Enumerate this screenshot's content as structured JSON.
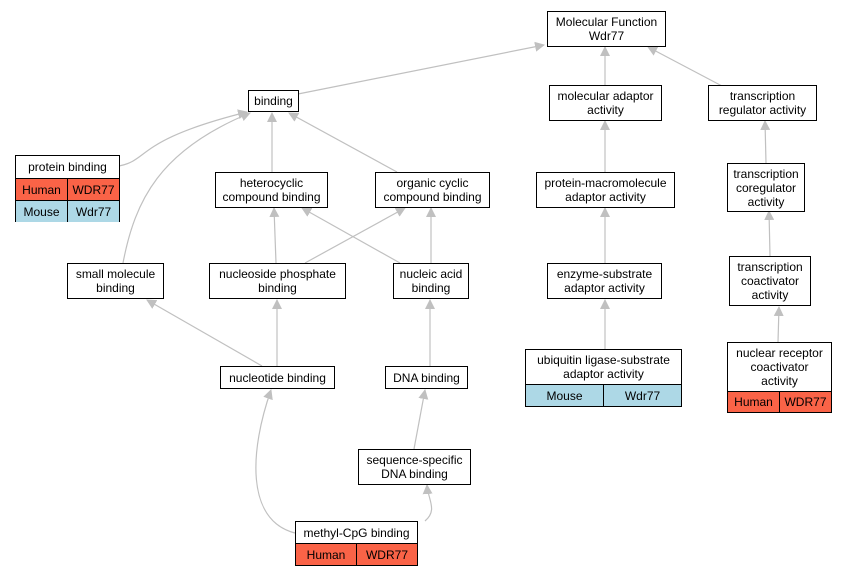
{
  "nodes": {
    "mf_root": {
      "line1": "Molecular Function",
      "line2": "Wdr77"
    },
    "binding": {
      "label": "binding"
    },
    "mol_adaptor": {
      "line1": "molecular adaptor",
      "line2": "activity"
    },
    "tx_regulator": {
      "line1": "transcription",
      "line2": "regulator activity"
    },
    "protein_binding": {
      "label": "protein binding",
      "rows": [
        {
          "species": "Human",
          "gene": "WDR77"
        },
        {
          "species": "Mouse",
          "gene": "Wdr77"
        }
      ]
    },
    "heterocyclic": {
      "line1": "heterocyclic",
      "line2": "compound binding"
    },
    "organic_cyclic": {
      "line1": "organic cyclic",
      "line2": "compound binding"
    },
    "prot_macro": {
      "line1": "protein-macromolecule",
      "line2": "adaptor activity"
    },
    "tx_coregulator": {
      "line1": "transcription",
      "line2": "coregulator",
      "line3": "activity"
    },
    "small_molecule": {
      "line1": "small molecule",
      "line2": "binding"
    },
    "nucleoside_phosphate": {
      "line1": "nucleoside phosphate",
      "line2": "binding"
    },
    "nucleic_acid": {
      "line1": "nucleic acid",
      "line2": "binding"
    },
    "enzyme_substrate": {
      "line1": "enzyme-substrate",
      "line2": "adaptor activity"
    },
    "tx_coactivator": {
      "line1": "transcription",
      "line2": "coactivator",
      "line3": "activity"
    },
    "nucleotide_binding": {
      "label": "nucleotide binding"
    },
    "dna_binding": {
      "label": "DNA binding"
    },
    "ubiquitin_ligase": {
      "line1": "ubiquitin ligase-substrate",
      "line2": "adaptor activity",
      "rows": [
        {
          "species": "Mouse",
          "gene": "Wdr77"
        }
      ]
    },
    "nuclear_receptor": {
      "line1": "nuclear receptor",
      "line2": "coactivator",
      "line3": "activity",
      "rows": [
        {
          "species": "Human",
          "gene": "WDR77"
        }
      ]
    },
    "seq_specific": {
      "line1": "sequence-specific",
      "line2": "DNA binding"
    },
    "methyl_cpg": {
      "label": "methyl-CpG binding",
      "rows": [
        {
          "species": "Human",
          "gene": "WDR77"
        }
      ]
    }
  },
  "colors": {
    "human": "#fa6347",
    "mouse": "#add8e6",
    "edge": "#c0c0c0"
  }
}
